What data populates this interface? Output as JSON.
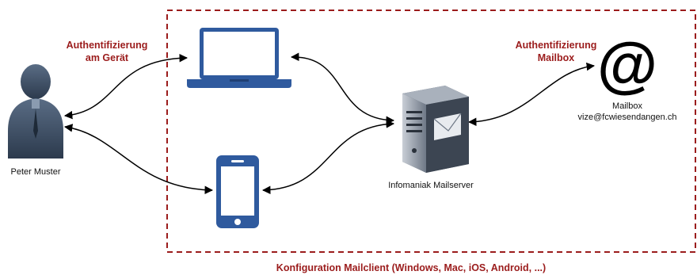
{
  "labels": {
    "auth_device_line1": "Authentifizierung",
    "auth_device_line2": "am Gerät",
    "auth_mailbox_line1": "Authentifizierung",
    "auth_mailbox_line2": "Mailbox",
    "person": "Peter Muster",
    "server": "Infomaniak Mailserver",
    "mailbox_line1": "Mailbox",
    "mailbox_line2": "vize@fcwiesendangen.ch",
    "config": "Konfiguration Mailclient (Windows, Mac, iOS, Android, ...)",
    "at_symbol": "@"
  },
  "icons": {
    "person": "person-icon",
    "laptop": "laptop-icon",
    "phone": "smartphone-icon",
    "server": "mail-server-icon",
    "mailbox": "at-sign-icon"
  },
  "colors": {
    "accent_red": "#9b1c1c",
    "device_blue": "#2f5a9e",
    "dashed_border": "#9b1c1c",
    "arrow": "#000000"
  }
}
